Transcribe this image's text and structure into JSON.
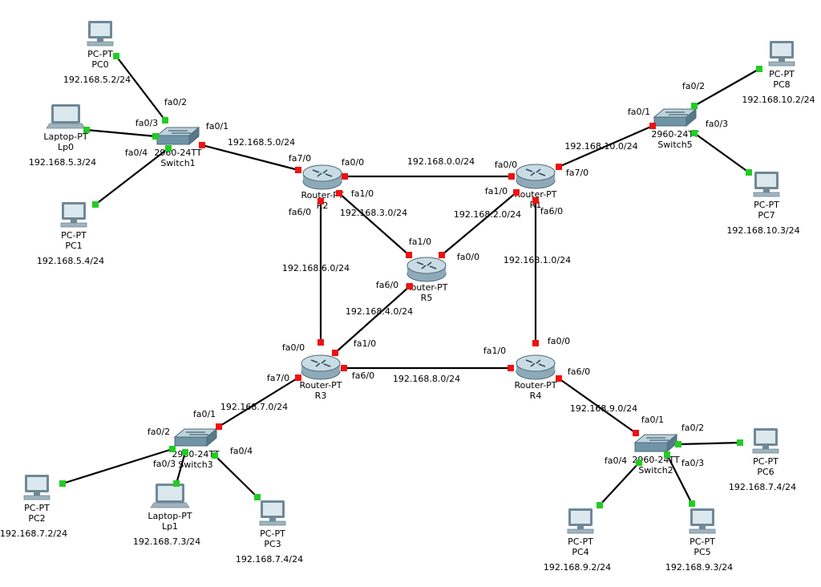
{
  "links": [
    {
      "from": "PC0",
      "to": "Switch1",
      "to_port": "fa0/2",
      "from_link_color": "green",
      "to_link_color": "green"
    },
    {
      "from": "Lp0",
      "to": "Switch1",
      "to_port": "fa0/3",
      "from_link_color": "green",
      "to_link_color": "green"
    },
    {
      "from": "PC1",
      "to": "Switch1",
      "to_port": "fa0/4",
      "from_link_color": "green",
      "to_link_color": "green"
    },
    {
      "from": "Switch1",
      "to": "R2",
      "from_port": "fa0/1",
      "to_port": "fa7/0",
      "network": "192.168.5.0/24",
      "from_link_color": "red",
      "to_link_color": "red"
    },
    {
      "from": "R2",
      "to": "R1",
      "from_port": "fa0/0",
      "to_port": "fa0/0",
      "network": "192.168.0.0/24",
      "from_link_color": "red",
      "to_link_color": "red"
    },
    {
      "from": "R1",
      "to": "Switch5",
      "from_port": "fa7/0",
      "to_port": "fa0/1",
      "network": "192.168.10.0/24",
      "from_link_color": "red",
      "to_link_color": "red"
    },
    {
      "from": "PC8",
      "to": "Switch5",
      "to_port": "fa0/2",
      "from_link_color": "green",
      "to_link_color": "green"
    },
    {
      "from": "PC7",
      "to": "Switch5",
      "to_port": "fa0/3",
      "from_link_color": "green",
      "to_link_color": "green"
    },
    {
      "from": "R2",
      "to": "R5",
      "from_port": "fa1/0",
      "to_port": "fa1/0",
      "network": "192.168.3.0/24",
      "from_link_color": "red",
      "to_link_color": "red"
    },
    {
      "from": "R1",
      "to": "R5",
      "from_port": "fa1/0",
      "to_port": "fa0/0",
      "network": "192.168.2.0/24",
      "from_link_color": "red",
      "to_link_color": "red"
    },
    {
      "from": "R2",
      "to": "R3",
      "from_port": "fa6/0",
      "to_port": "fa0/0",
      "network": "192.168.6.0/24",
      "from_link_color": "red",
      "to_link_color": "red"
    },
    {
      "from": "R1",
      "to": "R4",
      "from_port": "fa6/0",
      "to_port": "fa0/0",
      "network": "192.168.1.0/24",
      "from_link_color": "red",
      "to_link_color": "red"
    },
    {
      "from": "R5",
      "to": "R3",
      "from_port": "fa6/0",
      "to_port": "fa1/0",
      "network": "192.168.4.0/24",
      "from_link_color": "red",
      "to_link_color": "red"
    },
    {
      "from": "R3",
      "to": "R4",
      "from_port": "fa6/0",
      "to_port": "fa1/0",
      "network": "192.168.8.0/24",
      "from_link_color": "red",
      "to_link_color": "red"
    },
    {
      "from": "R3",
      "to": "Switch3",
      "from_port": "fa7/0",
      "to_port": "fa0/1",
      "network": "192.168.7.0/24",
      "from_link_color": "red",
      "to_link_color": "red"
    },
    {
      "from": "PC2",
      "to": "Switch3",
      "to_port": "fa0/2",
      "from_link_color": "green",
      "to_link_color": "green"
    },
    {
      "from": "Lp1",
      "to": "Switch3",
      "to_port": "fa0/3",
      "from_link_color": "green",
      "to_link_color": "green"
    },
    {
      "from": "PC3",
      "to": "Switch3",
      "to_port": "fa0/4",
      "from_link_color": "green",
      "to_link_color": "green"
    },
    {
      "from": "R4",
      "to": "Switch2",
      "from_port": "fa6/0",
      "to_port": "fa0/1",
      "network": "192.168.9.0/24",
      "from_link_color": "red",
      "to_link_color": "red"
    },
    {
      "from": "PC6",
      "to": "Switch2",
      "to_port": "fa0/2",
      "from_link_color": "green",
      "to_link_color": "green"
    },
    {
      "from": "PC5",
      "to": "Switch2",
      "to_port": "fa0/3",
      "from_link_color": "green",
      "to_link_color": "green"
    },
    {
      "from": "PC4",
      "to": "Switch2",
      "to_port": "fa0/4",
      "from_link_color": "green",
      "to_link_color": "green"
    }
  ],
  "devices": [
    {
      "id": "PC0",
      "kind": "pc",
      "model": "PC-PT",
      "name": "PC0",
      "ip": "192.168.5.2/24"
    },
    {
      "id": "Lp0",
      "kind": "laptop",
      "model": "Laptop-PT",
      "name": "Lp0",
      "ip": "192.168.5.3/24"
    },
    {
      "id": "PC1",
      "kind": "pc",
      "model": "PC-PT",
      "name": "PC1",
      "ip": "192.168.5.4/24"
    },
    {
      "id": "Switch1",
      "kind": "switch",
      "model": "2960-24TT",
      "name": "Switch1"
    },
    {
      "id": "R2",
      "kind": "router",
      "model": "Router-PT",
      "name": "R2"
    },
    {
      "id": "R1",
      "kind": "router",
      "model": "Router-PT",
      "name": "R1"
    },
    {
      "id": "Switch5",
      "kind": "switch",
      "model": "2960-24TT",
      "name": "Switch5"
    },
    {
      "id": "PC8",
      "kind": "pc",
      "model": "PC-PT",
      "name": "PC8",
      "ip": "192.168.10.2/24"
    },
    {
      "id": "PC7",
      "kind": "pc",
      "model": "PC-PT",
      "name": "PC7",
      "ip": "192.168.10.3/24"
    },
    {
      "id": "R5",
      "kind": "router",
      "model": "Router-PT",
      "name": "R5"
    },
    {
      "id": "R3",
      "kind": "router",
      "model": "Router-PT",
      "name": "R3"
    },
    {
      "id": "R4",
      "kind": "router",
      "model": "Router-PT",
      "name": "R4"
    },
    {
      "id": "Switch3",
      "kind": "switch",
      "model": "2960-24TT",
      "name": "Switch3"
    },
    {
      "id": "PC2",
      "kind": "pc",
      "model": "PC-PT",
      "name": "PC2",
      "ip": "192.168.7.2/24"
    },
    {
      "id": "Lp1",
      "kind": "laptop",
      "model": "Laptop-PT",
      "name": "Lp1",
      "ip": "192.168.7.3/24"
    },
    {
      "id": "PC3",
      "kind": "pc",
      "model": "PC-PT",
      "name": "PC3",
      "ip": "192.168.7.4/24"
    },
    {
      "id": "Switch2",
      "kind": "switch",
      "model": "2960-24TT",
      "name": "Switch2"
    },
    {
      "id": "PC6",
      "kind": "pc",
      "model": "PC-PT",
      "name": "PC6",
      "ip": "192.168.7.4/24"
    },
    {
      "id": "PC4",
      "kind": "pc",
      "model": "PC-PT",
      "name": "PC4",
      "ip": "192.168.9.2/24"
    },
    {
      "id": "PC5",
      "kind": "pc",
      "model": "PC-PT",
      "name": "PC5",
      "ip": "192.168.9.3/24"
    }
  ],
  "colors": {
    "link": "#000000",
    "status_up": "#22cc22",
    "status_down": "#ee1111",
    "router_body": "#8eaab8",
    "router_top": "#c9dbe4",
    "switch_body": "#6f94a6",
    "switch_top": "#bed3dd",
    "pc_frame": "#6f8896",
    "pc_screen": "#dbe8ee"
  }
}
